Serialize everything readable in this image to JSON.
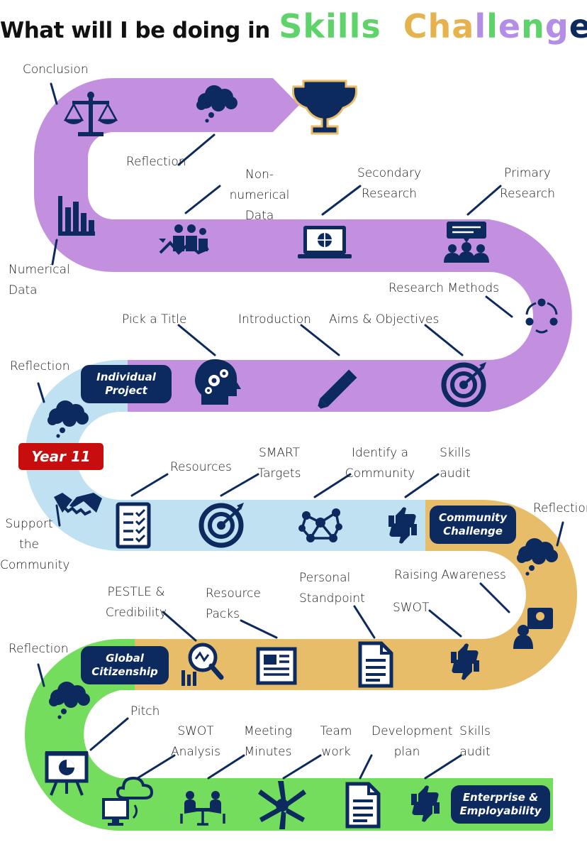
{
  "title": {
    "prefix": "What will I be doing in",
    "word1_letters": [
      "S",
      "k",
      "i",
      "l",
      "l",
      "s"
    ],
    "word2_letters": [
      "C",
      "h",
      "a",
      "l",
      "l",
      "e",
      "n",
      "g",
      "e"
    ],
    "colors": {
      "word1": "#5ed36a",
      "word2": "#e6b24d",
      "word2_alt": "#b38de6",
      "word2_last": "#0d2a5e",
      "hanging_strings": "#9a9a9a"
    }
  },
  "colors": {
    "navy": "#0d2a5e",
    "purple_path": "#c390df",
    "blue_path": "#bfe1f2",
    "gold_path": "#e8bd6a",
    "green_path": "#74dd5e",
    "year_badge": "#c70d0d"
  },
  "year_badge": "Year 11",
  "stages": {
    "individual_project": "Individual Project",
    "community_challenge": "Community Challenge",
    "global_citizenship": "Global Citizenship",
    "enterprise": "Enterprise & Employability"
  },
  "labels": {
    "conclusion": "Conclusion",
    "reflection_top": "Reflection",
    "non_numerical_data": "Non-numerical Data",
    "secondary_research": "Secondary Research",
    "primary_research": "Primary Research",
    "numerical_data": "Numerical Data",
    "research_methods": "Research Methods",
    "pick_a_title": "Pick a Title",
    "introduction": "Introduction",
    "aims_objectives": "Aims & Objectives",
    "reflection_ip": "Reflection",
    "resources": "Resources",
    "smart_targets": "SMART Targets",
    "identify_community": "Identify a Community",
    "skills_audit_cc": "Skills audit",
    "reflection_cc": "Reflection",
    "support_community": "Support the Community",
    "raising_awareness": "Raising Awareness",
    "pestle": "PESTLE & Credibility",
    "resource_packs": "Resource Packs",
    "personal_standpoint": "Personal Standpoint",
    "swot_gc": "SWOT",
    "reflection_gc": "Reflection",
    "pitch": "Pitch",
    "swot_analysis": "SWOT Analysis",
    "meeting_minutes": "Meeting Minutes",
    "team_work": "Team work",
    "development_plan": "Development plan",
    "skills_audit_ee": "Skills audit"
  },
  "icons": [
    "trophy-icon",
    "scales-icon",
    "thought-cloud-icon",
    "bar-chart-icon",
    "people-chart-icon",
    "laptop-globe-icon",
    "discussion-group-icon",
    "cycle-arrows-icon",
    "head-gears-icon",
    "pencil-icon",
    "target-icon",
    "handshake-icon",
    "checklist-icon",
    "network-icon",
    "thumbs-up-down-icon",
    "idea-presenter-icon",
    "magnifier-chart-icon",
    "newspaper-icon",
    "document-icon",
    "presentation-board-icon",
    "cloud-computer-icon",
    "meeting-table-icon",
    "team-hands-icon"
  ]
}
